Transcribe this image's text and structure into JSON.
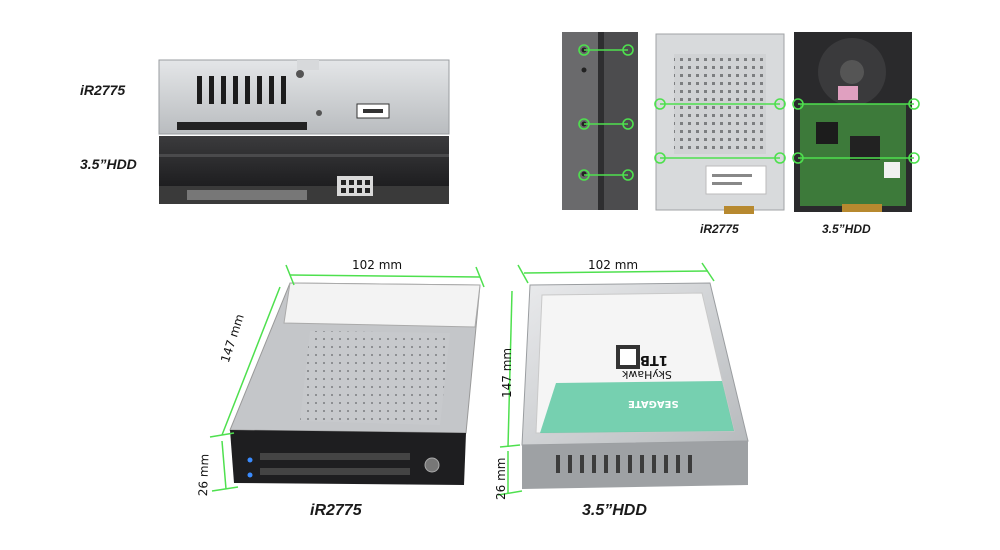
{
  "top_left": {
    "label_top": "iR2775",
    "label_bottom": "3.5”HDD"
  },
  "top_right": {
    "label_ir": "iR2775",
    "label_hdd": "3.5”HDD"
  },
  "bottom": {
    "ir": {
      "width_label": "102 mm",
      "length_label": "147 mm",
      "height_label": "26 mm",
      "name": "iR2775"
    },
    "hdd": {
      "width_label": "102 mm",
      "length_label": "147 mm",
      "height_label": "26 mm",
      "name": "3.5”HDD",
      "capacity": "1TB",
      "product_line": "SkyHawk",
      "brand": "SEAGATE"
    }
  },
  "colors": {
    "dimension_green": "#4ee04e",
    "enclosure_silver": "#c9ccd0",
    "drive_dark": "#2b2b2d",
    "pcb_green": "#3d7a3a"
  }
}
